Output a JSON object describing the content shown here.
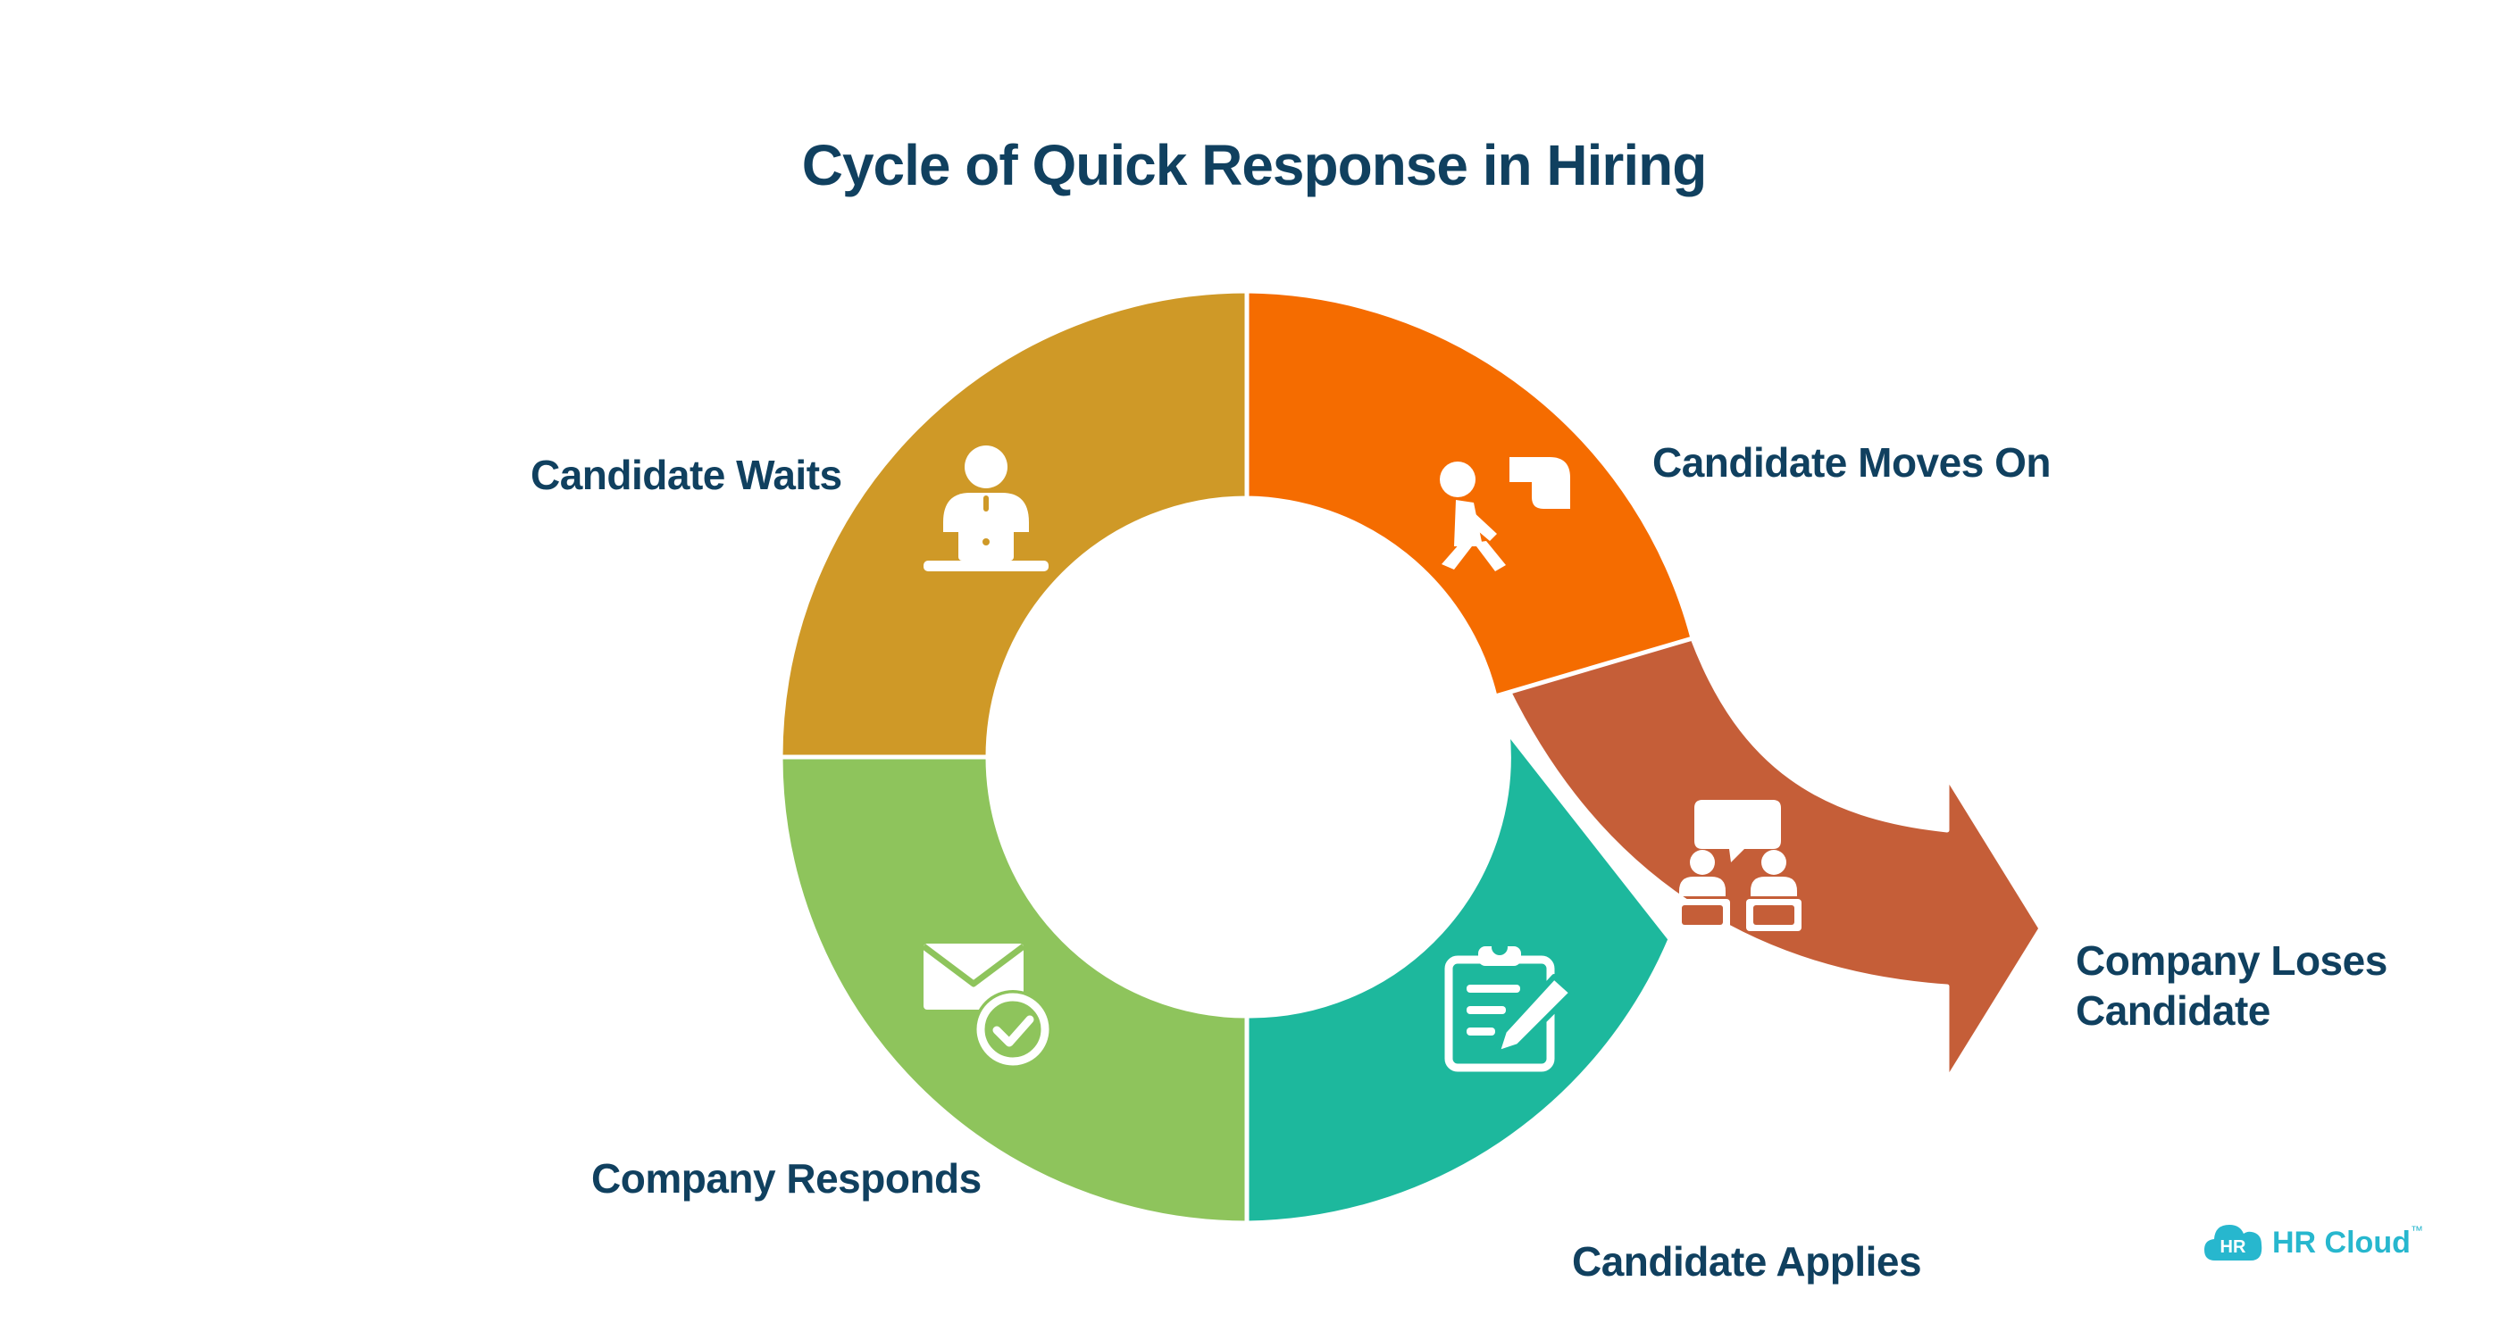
{
  "title": "Cycle of Quick Response in Hiring",
  "colors": {
    "title": "#10405f",
    "labels": "#10405f",
    "candidate_waits": "#cf9927",
    "candidate_moves_on": "#f56c00",
    "company_responds": "#8ec45c",
    "candidate_applies": "#1db89d",
    "company_loses_candidate": "#c55e38",
    "logo": "#27b7ce"
  },
  "stages": {
    "candidate_waits": {
      "label": "Candidate Waits",
      "icon": "person-at-laptop-icon"
    },
    "candidate_moves_on": {
      "label": "Candidate Moves On",
      "icon": "person-walking-away-icon"
    },
    "company_responds": {
      "label": "Company Responds",
      "icon": "envelope-check-icon"
    },
    "candidate_applies": {
      "label": "Candidate Applies",
      "icon": "clipboard-pen-icon"
    },
    "company_loses_candidate": {
      "label_line1": "Company Loses",
      "label_line2": "Candidate",
      "icon": "interview-chat-icon"
    }
  },
  "logo": {
    "badge": "HR",
    "text": "HR Cloud",
    "mark": "™"
  }
}
